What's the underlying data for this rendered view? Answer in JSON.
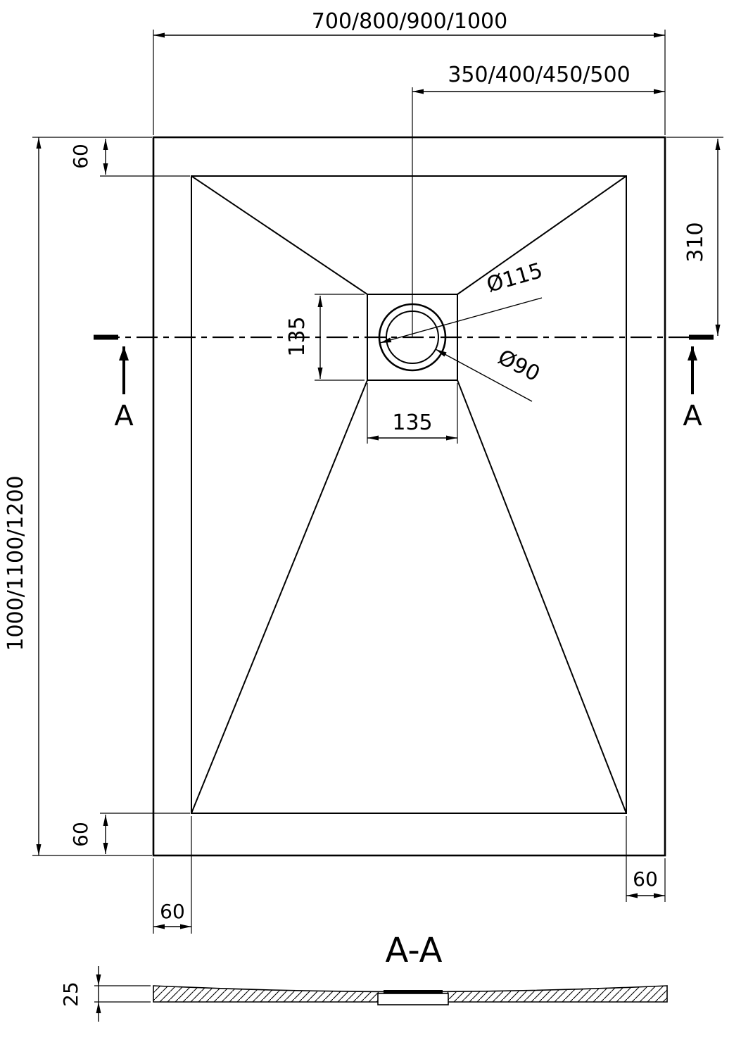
{
  "dimensions": {
    "overall_width": "700/800/900/1000",
    "drain_offset": "350/400/450/500",
    "overall_length": "1000/1100/1200",
    "rim_top": "60",
    "rim_bottom": "60",
    "corner_left": "60",
    "corner_right": "60",
    "drain_from_top": "310",
    "drain_recess_width": "135",
    "drain_recess_height": "135",
    "drain_outer_diameter": "Ø115",
    "drain_inner_diameter": "Ø90",
    "thickness": "25"
  },
  "section": {
    "title": "A-A",
    "marker": "A"
  },
  "colors": {
    "line": "#000000",
    "background": "#ffffff"
  }
}
